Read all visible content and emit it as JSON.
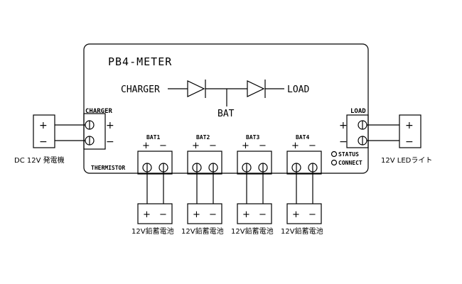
{
  "title": "PB4-METER",
  "diode_path": {
    "left_label": "CHARGER",
    "right_label": "LOAD",
    "mid_label": "BAT"
  },
  "charger_port": {
    "label": "CHARGER",
    "plus": "+",
    "minus": "−"
  },
  "load_port": {
    "label": "LOAD",
    "plus": "+",
    "minus": "−"
  },
  "thermistor_label": "THERMISTOR",
  "dc_source": {
    "label": "DC 12V 発電機",
    "plus": "+",
    "minus": "−"
  },
  "led_load": {
    "label": "12V LEDライト",
    "plus": "+",
    "minus": "−"
  },
  "indicators": [
    {
      "label": "STATUS"
    },
    {
      "label": "CONNECT"
    }
  ],
  "battery_ports": [
    {
      "label": "BAT1",
      "plus": "+",
      "minus": "−"
    },
    {
      "label": "BAT2",
      "plus": "+",
      "minus": "−"
    },
    {
      "label": "BAT3",
      "plus": "+",
      "minus": "−"
    },
    {
      "label": "BAT4",
      "plus": "+",
      "minus": "−"
    }
  ],
  "batteries": [
    {
      "label": "12V鉛蓄電池",
      "plus": "+",
      "minus": "−"
    },
    {
      "label": "12V鉛蓄電池",
      "plus": "+",
      "minus": "−"
    },
    {
      "label": "12V鉛蓄電池",
      "plus": "+",
      "minus": "−"
    },
    {
      "label": "12V鉛蓄電池",
      "plus": "+",
      "minus": "−"
    }
  ],
  "colors": {
    "line": "#000000",
    "background": "#ffffff"
  }
}
